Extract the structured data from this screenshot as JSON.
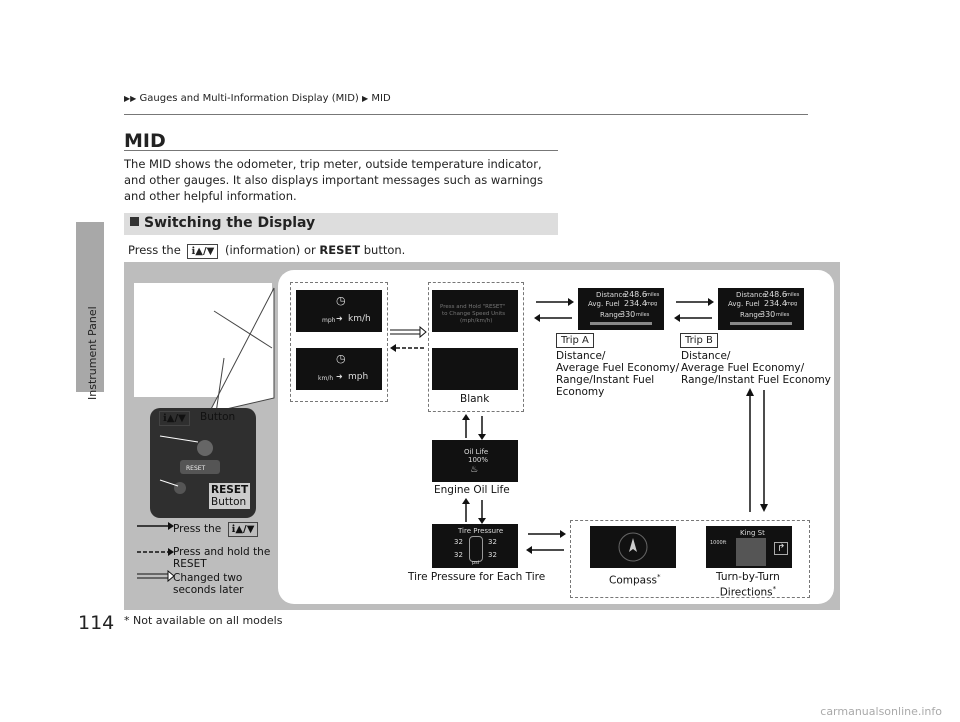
{
  "breadcrumb": {
    "part1": "Gauges and Multi-Information Display (MID)",
    "part2": "MID"
  },
  "sidebar": {
    "label": "Instrument Panel"
  },
  "page": {
    "number": "114",
    "title": "MID"
  },
  "intro": "The MID shows the odometer, trip meter, outside temperature indicator, and other gauges. It also displays important messages such as warnings and other helpful information.",
  "section": {
    "title": "Switching the Display"
  },
  "press_line": {
    "prefix": "Press the",
    "key": "ℹ▲/▼",
    "middle": "(information) or",
    "bold": "RESET",
    "suffix": "button."
  },
  "wheel": {
    "button_label": "Button",
    "button_key": "ℹ▲/▼",
    "reset_label": "RESET",
    "reset_sub": "Button"
  },
  "legend": {
    "press": "Press the",
    "press_key": "ℹ▲/▼",
    "hold_line1": "Press and hold the",
    "hold_line2": "RESET",
    "changed_line1": "Changed two",
    "changed_line2": "seconds later"
  },
  "screens": {
    "unit_a_from": "mph",
    "unit_a_to": "km/h",
    "unit_b_from": "km/h",
    "unit_b_to": "mph",
    "hold_msg1": "Press and Hold \"RESET\"",
    "hold_msg2": "to Change Speed Units",
    "hold_msg3": "(mph/km/h)",
    "blank_label": "Blank",
    "trip_a_tag": "Trip A",
    "trip_b_tag": "Trip B",
    "trip_a_desc": [
      "Distance/",
      "Average Fuel Economy/",
      "Range/Instant Fuel",
      "Economy"
    ],
    "trip_b_desc": [
      "Distance/",
      "Average Fuel Economy/",
      "Range/Instant Fuel Economy"
    ],
    "trip_dist_lbl": "Distance",
    "trip_dist_val": "248.6",
    "trip_dist_unit": "miles",
    "trip_fuel_lbl": "Avg. Fuel",
    "trip_fuel_val": "234.4",
    "trip_fuel_unit": "mpg",
    "trip_range_lbl": "Range",
    "trip_range_val": "330",
    "trip_range_unit": "miles",
    "oil_title": "Oil Life",
    "oil_val": "100%",
    "oil_label": "Engine Oil Life",
    "tire_title": "Tire Pressure",
    "tire_fl": "32",
    "tire_fr": "32",
    "tire_rl": "32",
    "tire_rr": "32",
    "tire_unit": "psi",
    "tire_label": "Tire Pressure for Each Tire",
    "compass_label": "Compass",
    "turn_street": "King St",
    "turn_dist": "1000ft",
    "turn_label1": "Turn-by-Turn",
    "turn_label2": "Directions",
    "asterisk": "*"
  },
  "footnote": "* Not available on all models",
  "watermark": "carmanualsonline.info"
}
